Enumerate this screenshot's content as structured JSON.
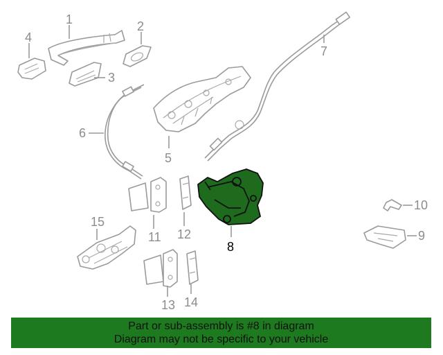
{
  "callouts": {
    "c1": "1",
    "c2": "2",
    "c3": "3",
    "c4": "4",
    "c5": "5",
    "c6": "6",
    "c7": "7",
    "c8": "8",
    "c9": "9",
    "c10": "10",
    "c11": "11",
    "c12": "12",
    "c13": "13",
    "c14": "14",
    "c15": "15"
  },
  "highlighted_part": "8",
  "colors": {
    "highlight_fill": "#1e6b1e",
    "banner_background": "#1e7a1e",
    "part_stroke": "#9a9a9a",
    "callout_text": "#8c8c8c"
  },
  "banner": {
    "line1": "Part or sub-assembly is #8 in diagram",
    "line2": "Diagram may not be specific to your vehicle"
  }
}
